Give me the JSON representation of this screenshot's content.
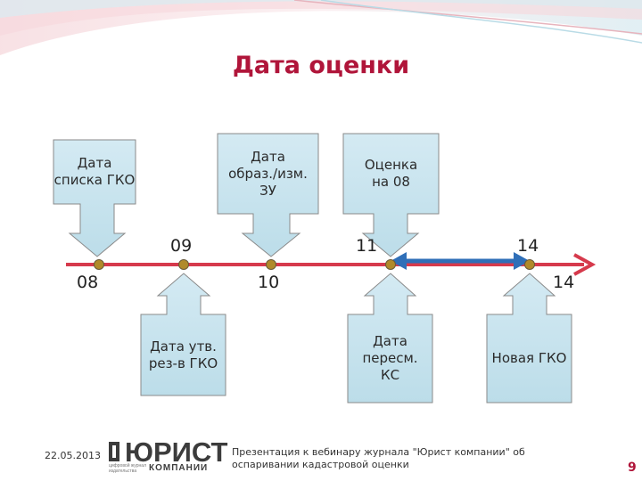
{
  "title": "Дата оценки",
  "callouts": {
    "spisok_gko": [
      "Дата",
      "списка ГКО"
    ],
    "obraz_zu": [
      "Дата",
      "образ./изм.",
      "ЗУ"
    ],
    "ocenka_08": [
      "Оценка",
      "на 08"
    ],
    "utv_rez": [
      "Дата утв.",
      "рез-в ГКО"
    ],
    "peresm_ks": [
      "Дата",
      "пересм.",
      "КС"
    ],
    "novaya_gko": [
      "Новая ГКО"
    ]
  },
  "timeline_labels": {
    "t08": "08",
    "t09": "09",
    "t10": "10",
    "t11": "11",
    "t14_top": "14",
    "t14_bottom": "14"
  },
  "footer": {
    "date": "22.05.2013",
    "logo_word": "ЮРИСТ",
    "logo_sub": "КОМПАНИИ",
    "logo_tag": "цифровой журнал издательства",
    "note": "Презентация к вебинару журнала \"Юрист компании\" об оспаривании кадастровой оценки",
    "page": "9"
  },
  "colors": {
    "title": "#b0153a",
    "timeline": "#d63a4c",
    "highlight_arrow": "#2f6fb8",
    "box_fill": "#c7e3ee",
    "box_stroke": "#8a8a8a",
    "node": "#b08a2a"
  }
}
